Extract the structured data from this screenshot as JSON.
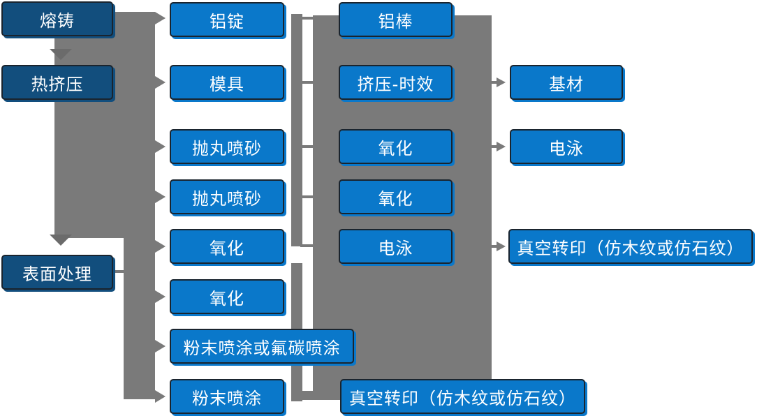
{
  "colors": {
    "box_dark": "#124e7d",
    "box_blue": "#0a78ca",
    "connector": "#7a7a7a",
    "connector_dark": "#6b6b6b",
    "text": "#ffffff",
    "border": "#1a242e"
  },
  "cols": {
    "c1": [
      "熔铸",
      "热挤压",
      "表面处理"
    ],
    "c2": [
      "铝锭",
      "模具",
      "抛丸喷砂",
      "抛丸喷砂",
      "氧化",
      "氧化",
      "粉末喷涂或氟碳喷涂",
      "粉末喷涂"
    ],
    "c3": [
      "铝棒",
      "挤压-时效",
      "氧化",
      "氧化",
      "电泳",
      "真空转印（仿木纹或仿石纹）"
    ],
    "c4": [
      "基材",
      "电泳",
      "真空转印（仿木纹或仿石纹）"
    ]
  }
}
